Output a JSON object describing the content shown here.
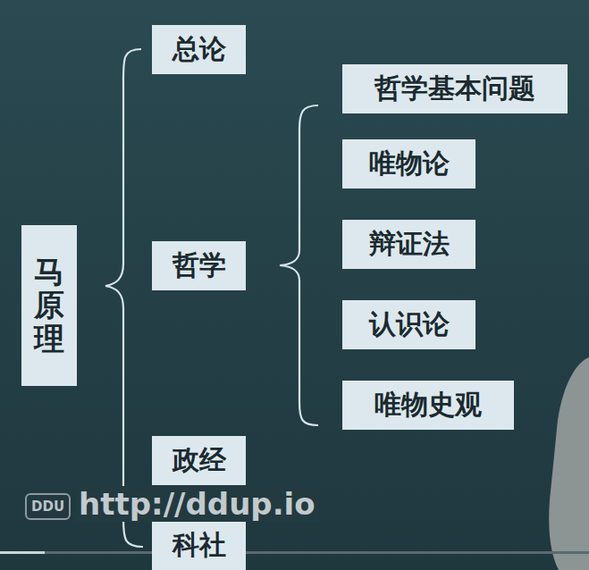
{
  "diagram": {
    "nodes": [
      {
        "text": [
          "马原理"
        ]
      },
      {
        "text": [
          "总论"
        ]
      },
      {
        "text": [
          "哲学"
        ]
      },
      {
        "text": [
          "哲学基本问题"
        ]
      },
      {
        "text": [
          "唯物论"
        ]
      },
      {
        "text": [
          "辩证法"
        ]
      },
      {
        "text": [
          "认识论"
        ]
      },
      {
        "text": [
          "唯物史观"
        ]
      },
      {
        "text": [
          "政经"
        ]
      },
      {
        "text": [
          "科社"
        ]
      }
    ],
    "labels": [
      "DDU",
      "http://ddup.io"
    ]
  }
}
